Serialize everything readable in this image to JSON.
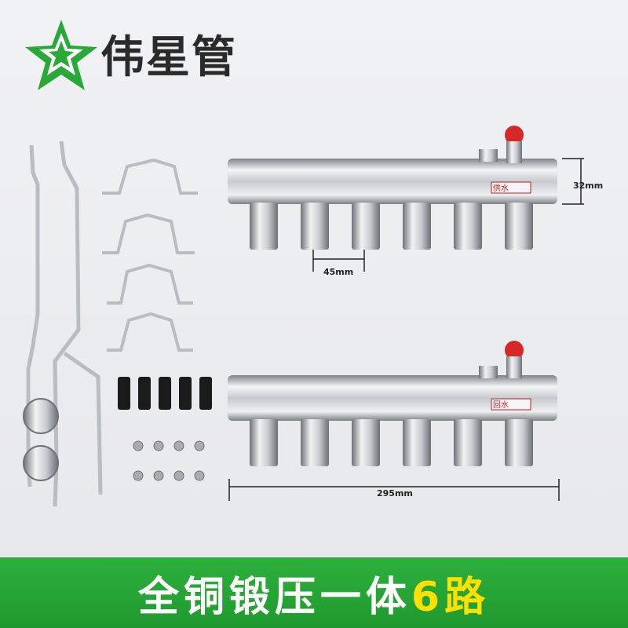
{
  "brand": {
    "name": "伟星管",
    "logo_color": "#2aa838"
  },
  "dimensions": {
    "height": "32mm",
    "spacing": "45mm",
    "length": "295mm"
  },
  "manifold_labels": {
    "supply": "供水",
    "supply_alt": "回水"
  },
  "banner": {
    "main": "全铜锻压一体",
    "highlight": "6路",
    "bg_color": "#24a232",
    "highlight_color": "#ffe000"
  }
}
